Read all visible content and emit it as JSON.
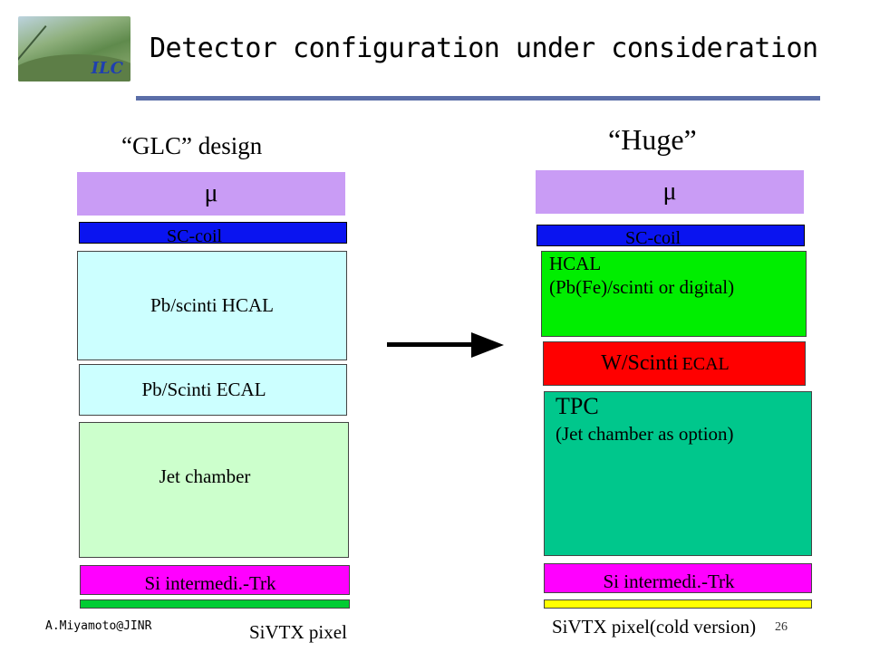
{
  "slide": {
    "title": "Detector configuration under consideration",
    "logo_text": "ILC",
    "footer": "A.Miyamoto@JINR",
    "page_number": "26"
  },
  "left": {
    "heading": "“GLC” design",
    "mu": "μ",
    "coil": "SC-coil",
    "hcal": "Pb/scinti HCAL",
    "ecal": "Pb/Scinti ECAL",
    "tracker": "Jet chamber",
    "intermediate": "Si intermedi.-Trk",
    "vertex": "SiVTX pixel"
  },
  "right": {
    "heading": "“Huge”",
    "mu": "μ",
    "coil": "SC-coil",
    "hcal_line1": "HCAL",
    "hcal_line2": "(Pb(Fe)/scinti or digital)",
    "ecal_main": "W/Scinti",
    "ecal_suffix": "ECAL",
    "tpc_line1": "TPC",
    "tpc_line2": "(Jet chamber as option)",
    "intermediate": "Si intermedi.-Trk",
    "vertex": "SiVTX pixel(cold version)"
  },
  "colors": {
    "mu": "#c99cf5",
    "coil": "#0a14f0",
    "left_hcal": "#ccffff",
    "left_ecal": "#ccffff",
    "left_tracker": "#ccffcc",
    "intermediate": "#ff00ff",
    "left_vertex": "#00cc33",
    "right_hcal": "#00ee00",
    "right_ecal": "#ff0000",
    "right_tpc": "#00c78c",
    "right_vertex": "#ffff00",
    "title_rule": "#5b6ea8"
  }
}
